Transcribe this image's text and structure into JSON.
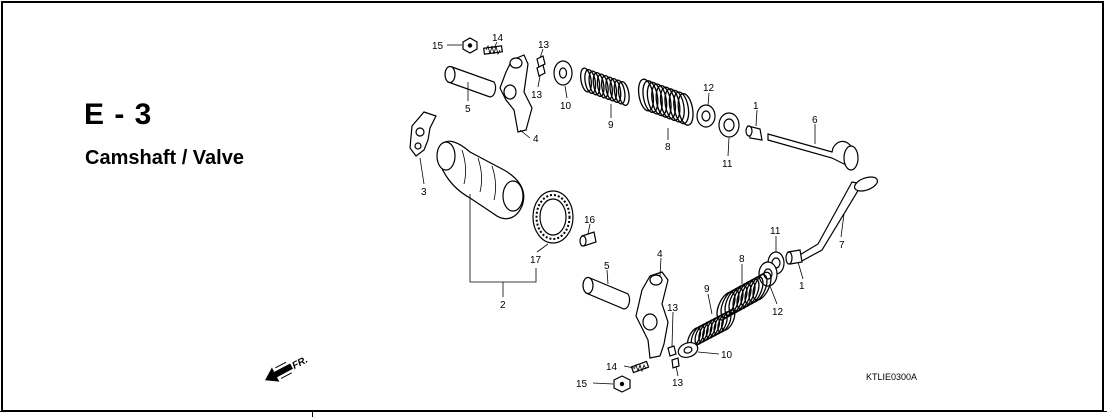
{
  "section": {
    "code": "E - 3",
    "title": "Camshaft / Valve",
    "reference": "KTLIE0300A",
    "direction_label": "FR."
  },
  "callouts": [
    {
      "id": "c15a",
      "text": "15"
    },
    {
      "id": "c14a",
      "text": "14"
    },
    {
      "id": "c13a",
      "text": "13"
    },
    {
      "id": "c13b",
      "text": "13"
    },
    {
      "id": "c5a",
      "text": "5"
    },
    {
      "id": "c10a",
      "text": "10"
    },
    {
      "id": "c9a",
      "text": "9"
    },
    {
      "id": "c12a",
      "text": "12"
    },
    {
      "id": "c1a",
      "text": "1"
    },
    {
      "id": "c6",
      "text": "6"
    },
    {
      "id": "c4a",
      "text": "4"
    },
    {
      "id": "c8a",
      "text": "8"
    },
    {
      "id": "c11a",
      "text": "11"
    },
    {
      "id": "c3",
      "text": "3"
    },
    {
      "id": "c16",
      "text": "16"
    },
    {
      "id": "c17",
      "text": "17"
    },
    {
      "id": "c2",
      "text": "2"
    },
    {
      "id": "c5b",
      "text": "5"
    },
    {
      "id": "c4b",
      "text": "4"
    },
    {
      "id": "c11b",
      "text": "11"
    },
    {
      "id": "c7",
      "text": "7"
    },
    {
      "id": "c8b",
      "text": "8"
    },
    {
      "id": "c1b",
      "text": "1"
    },
    {
      "id": "c9b",
      "text": "9"
    },
    {
      "id": "c12b",
      "text": "12"
    },
    {
      "id": "c13c",
      "text": "13"
    },
    {
      "id": "c10b",
      "text": "10"
    },
    {
      "id": "c14b",
      "text": "14"
    },
    {
      "id": "c13d",
      "text": "13"
    },
    {
      "id": "c15b",
      "text": "15"
    }
  ]
}
